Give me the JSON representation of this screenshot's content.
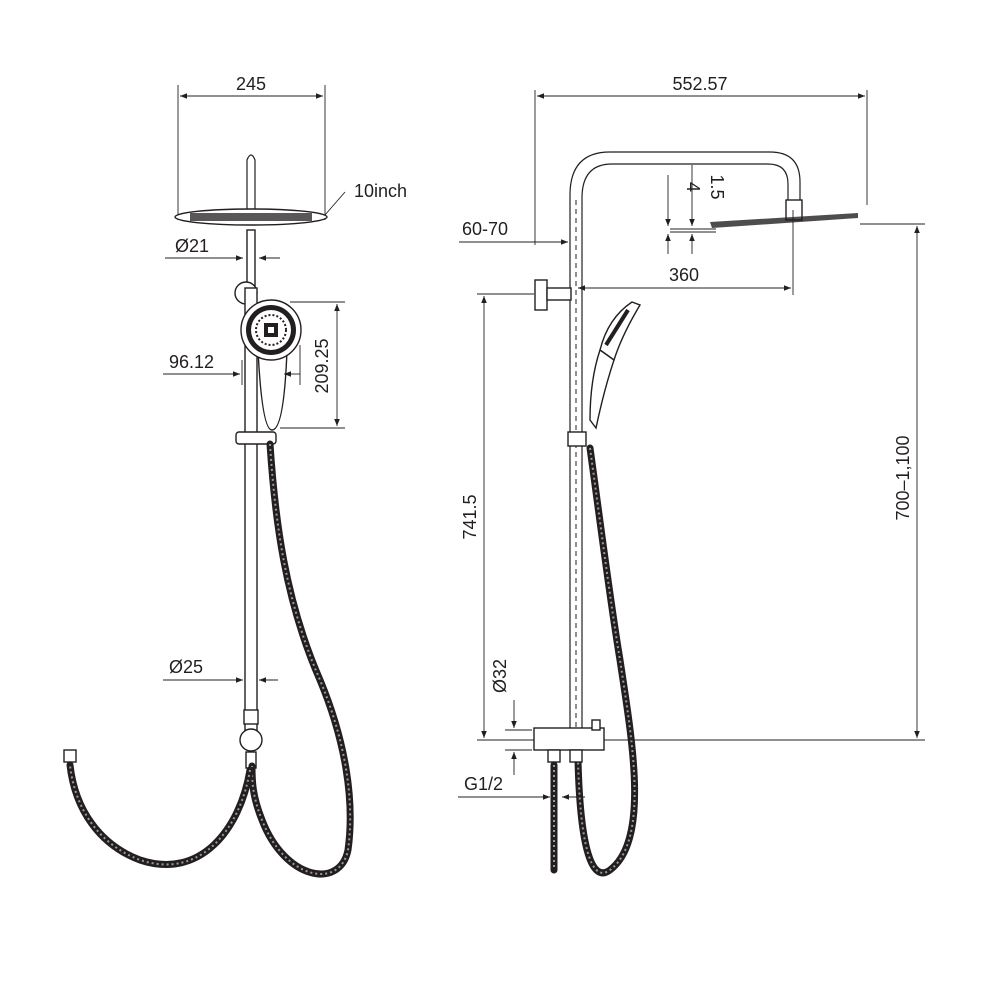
{
  "front_view": {
    "width_label": "245",
    "head_size_label": "10inch",
    "arm_diameter_label": "Ø21",
    "handset_width_label": "96.12",
    "handset_height_label": "209.25",
    "rail_diameter_label": "Ø25"
  },
  "side_view": {
    "overall_width_label": "552.57",
    "wall_offset_label": "60-70",
    "head_thickness_label": "1.5",
    "head_edge_label": "4",
    "arm_reach_label": "360",
    "bracket_height_label": "741.5",
    "height_range_label": "700–1,100",
    "inlet_diameter_label": "Ø32",
    "thread_label": "G1/2"
  }
}
